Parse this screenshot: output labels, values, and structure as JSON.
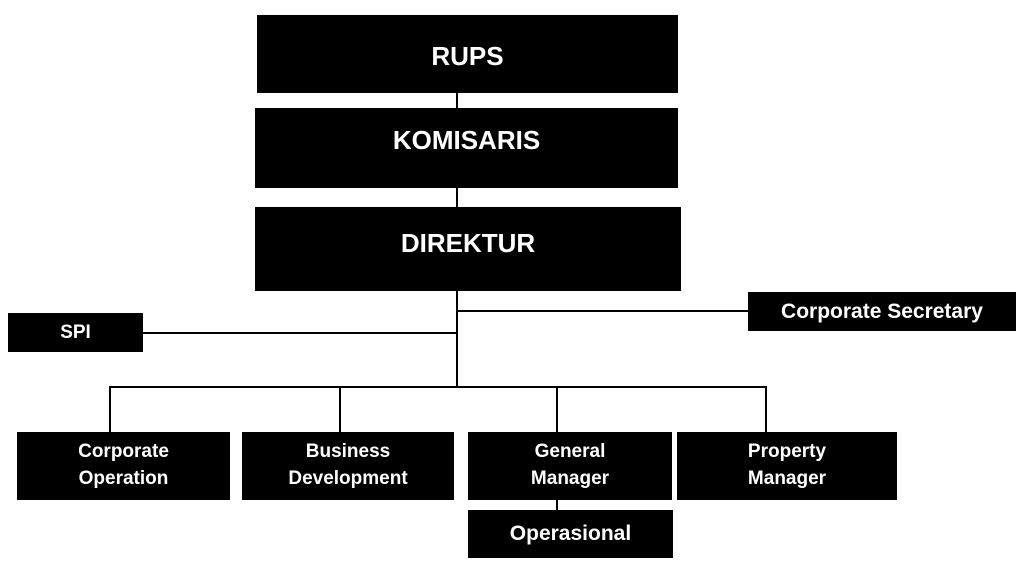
{
  "diagram_type": "organization-chart",
  "nodes": {
    "rups": {
      "label": "RUPS"
    },
    "komisaris": {
      "label": "KOMISARIS"
    },
    "direktur": {
      "label": "DIREKTUR"
    },
    "spi": {
      "label": "SPI"
    },
    "corporate_secretary": {
      "label": "Corporate Secretary"
    },
    "corporate_operation": {
      "label": "Corporate Operation"
    },
    "business_development": {
      "label": "Business Development"
    },
    "general_manager": {
      "label": "General Manager"
    },
    "property_manager": {
      "label": "Property Manager"
    },
    "operasional": {
      "label": "Operasional"
    }
  },
  "edges": [
    {
      "from": "RUPS",
      "to": "KOMISARIS"
    },
    {
      "from": "KOMISARIS",
      "to": "DIREKTUR"
    },
    {
      "from": "DIREKTUR",
      "to": "SPI"
    },
    {
      "from": "DIREKTUR",
      "to": "Corporate Secretary"
    },
    {
      "from": "DIREKTUR",
      "to": "Corporate Operation"
    },
    {
      "from": "DIREKTUR",
      "to": "Business Development"
    },
    {
      "from": "DIREKTUR",
      "to": "General Manager"
    },
    {
      "from": "DIREKTUR",
      "to": "Property Manager"
    },
    {
      "from": "General Manager",
      "to": "Operasional"
    }
  ],
  "colors": {
    "box_background": "#000000",
    "box_text": "#ffffff",
    "connector": "#000000",
    "page_background": "#ffffff"
  }
}
